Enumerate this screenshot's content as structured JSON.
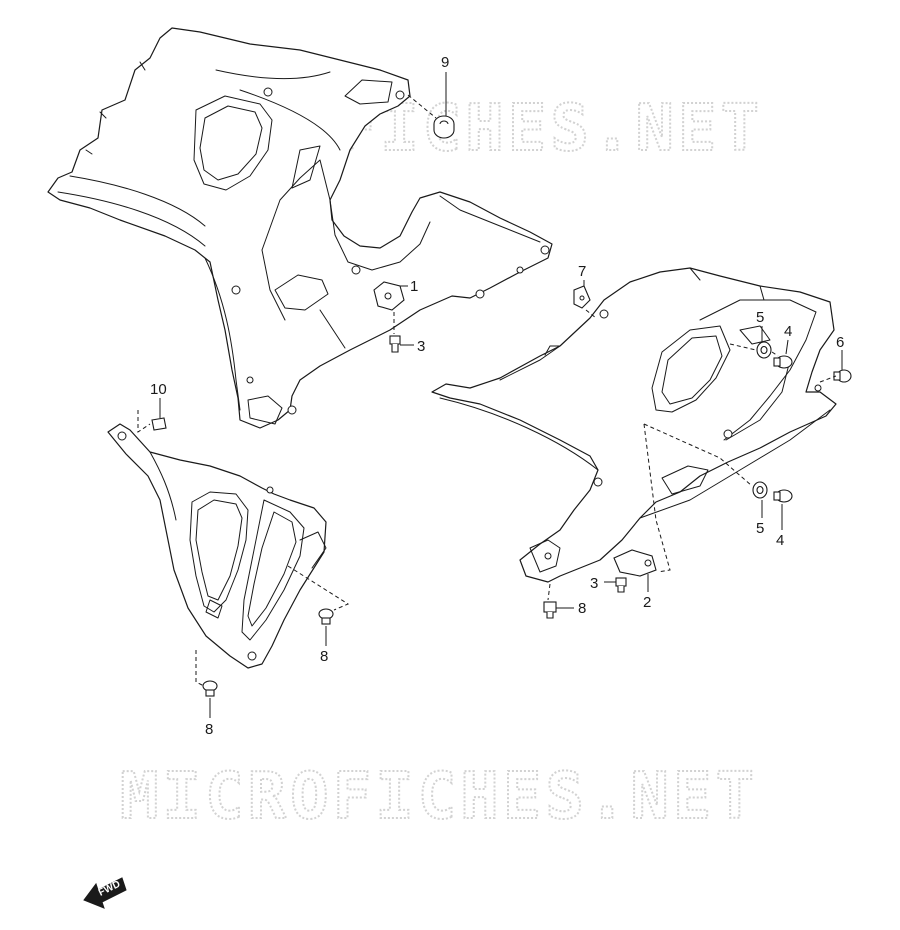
{
  "diagram": {
    "watermark_text": "MICROFICHES.NET",
    "fwd_label": "FWD",
    "callouts": [
      {
        "id": "c9",
        "label": "9"
      },
      {
        "id": "c1",
        "label": "1"
      },
      {
        "id": "c3a",
        "label": "3"
      },
      {
        "id": "c7",
        "label": "7"
      },
      {
        "id": "c5a",
        "label": "5"
      },
      {
        "id": "c4a",
        "label": "4"
      },
      {
        "id": "c6",
        "label": "6"
      },
      {
        "id": "c10",
        "label": "10"
      },
      {
        "id": "c5b",
        "label": "5"
      },
      {
        "id": "c4b",
        "label": "4"
      },
      {
        "id": "c3b",
        "label": "3"
      },
      {
        "id": "c2",
        "label": "2"
      },
      {
        "id": "c8a",
        "label": "8"
      },
      {
        "id": "c8b",
        "label": "8"
      },
      {
        "id": "c8c",
        "label": "8"
      }
    ]
  }
}
